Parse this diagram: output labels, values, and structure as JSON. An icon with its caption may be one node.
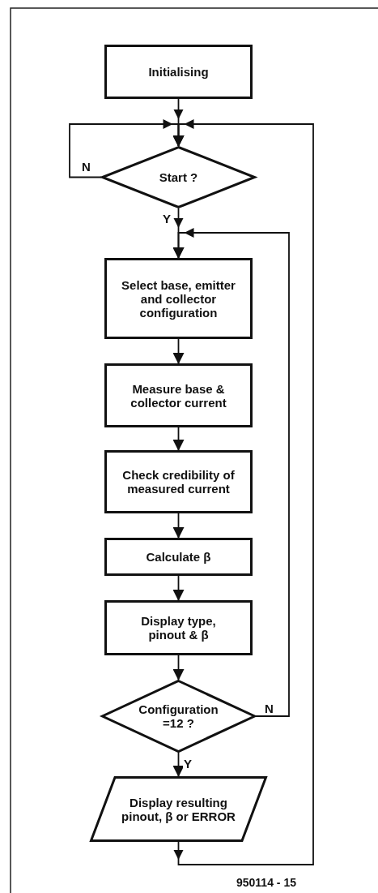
{
  "diagram": {
    "nodes": [
      {
        "text": [
          "Initialising"
        ]
      },
      {
        "text": [
          "Start ?"
        ]
      },
      {
        "text": [
          "Select base, emitter and collector configuration"
        ]
      },
      {
        "text": [
          "Measure base & collector current"
        ]
      },
      {
        "text": [
          "Check credibility of measured current"
        ]
      },
      {
        "text": [
          "Calculate β"
        ]
      },
      {
        "text": [
          "Display type, pinout & β"
        ]
      },
      {
        "text": [
          "Configuration =12 ?"
        ]
      },
      {
        "text": [
          "Display resulting pinout, β or ERROR"
        ]
      }
    ],
    "edges": [
      {
        "from": 0,
        "to": 1,
        "arrow": "to"
      },
      {
        "from": 1,
        "to": 1,
        "arrow": "to",
        "label": "N"
      },
      {
        "from": 1,
        "to": 2,
        "arrow": "to",
        "label": "Y"
      },
      {
        "from": 2,
        "to": 3,
        "arrow": "to"
      },
      {
        "from": 3,
        "to": 4,
        "arrow": "to"
      },
      {
        "from": 4,
        "to": 5,
        "arrow": "to"
      },
      {
        "from": 5,
        "to": 6,
        "arrow": "to"
      },
      {
        "from": 6,
        "to": 7,
        "arrow": "to"
      },
      {
        "from": 7,
        "to": 2,
        "arrow": "to",
        "label": "N"
      },
      {
        "from": 7,
        "to": 8,
        "arrow": "to",
        "label": "Y"
      },
      {
        "from": 8,
        "to": 1,
        "arrow": "to"
      }
    ],
    "labels": [
      "950114 - 15"
    ]
  }
}
